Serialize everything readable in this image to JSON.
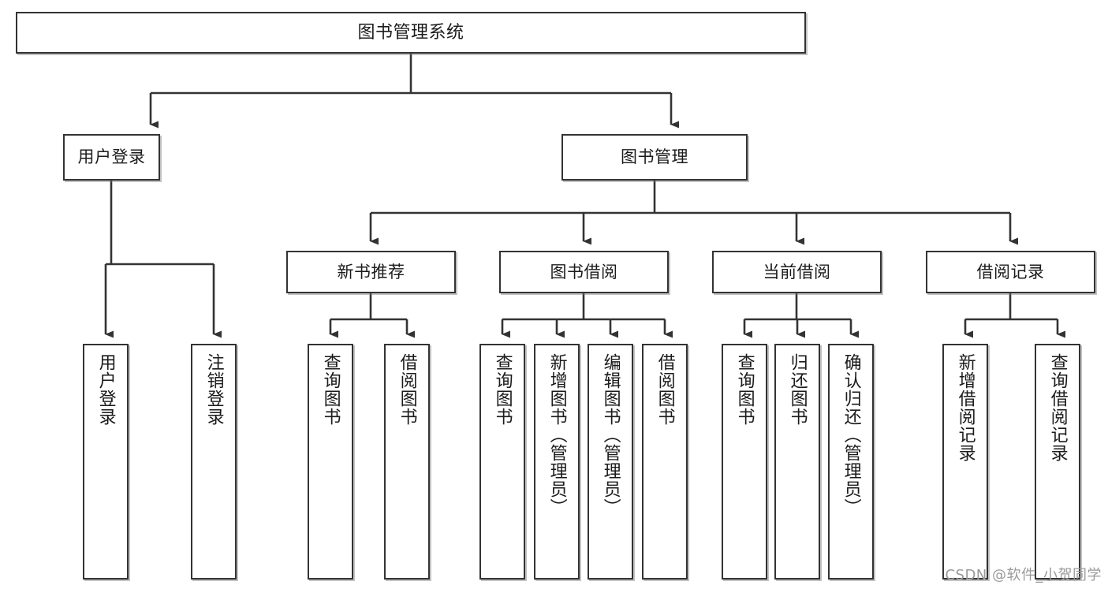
{
  "diagram": {
    "title": "图书管理系统",
    "type": "tree-structure-chart",
    "watermark": "CSDN @软件_小贺同学",
    "line_color": "#333333",
    "box_fill": "#ffffff"
  },
  "nodes": {
    "root": {
      "label": "图书管理系统"
    },
    "level1": [
      {
        "label": "用户登录"
      },
      {
        "label": "图书管理"
      }
    ],
    "level2": [
      {
        "label": "新书推荐"
      },
      {
        "label": "图书借阅"
      },
      {
        "label": "当前借阅"
      },
      {
        "label": "借阅记录"
      }
    ],
    "leaves": {
      "user_login": [
        {
          "label": "用户登录"
        },
        {
          "label": "注销登录"
        }
      ],
      "new_book_recommend": [
        {
          "label": "查询图书"
        },
        {
          "label": "借阅图书"
        }
      ],
      "book_borrow": [
        {
          "label": "查询图书"
        },
        {
          "label": "新增图书（管理员）"
        },
        {
          "label": "编辑图书（管理员）"
        },
        {
          "label": "借阅图书"
        }
      ],
      "current_borrow": [
        {
          "label": "查询图书"
        },
        {
          "label": "归还图书"
        },
        {
          "label": "确认归还（管理员）"
        }
      ],
      "borrow_record": [
        {
          "label": "新增借阅记录"
        },
        {
          "label": "查询借阅记录"
        }
      ]
    }
  }
}
